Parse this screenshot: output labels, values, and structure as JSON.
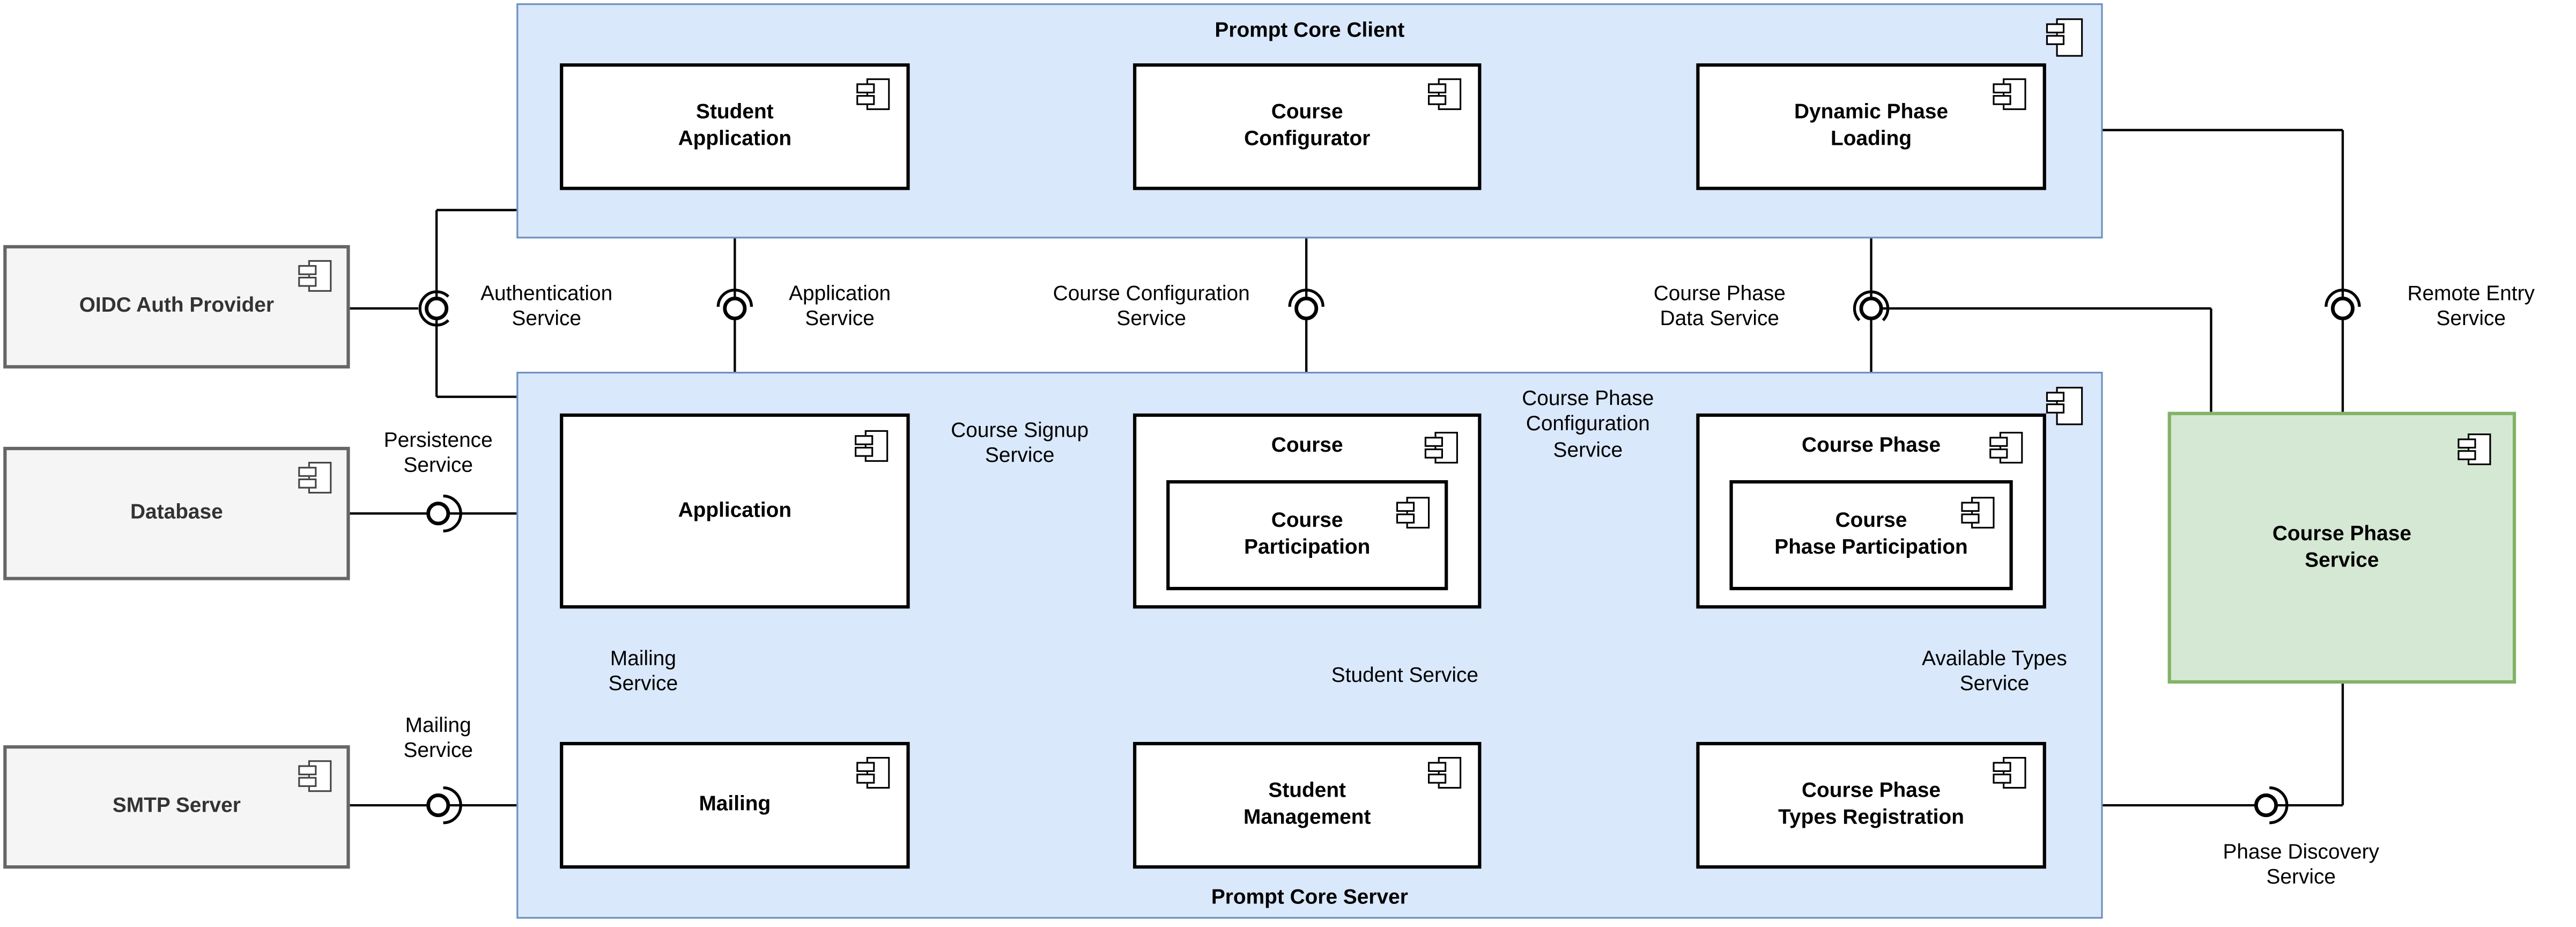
{
  "containers": {
    "client": {
      "title": "Prompt Core Client"
    },
    "server": {
      "title": "Prompt Core Server"
    }
  },
  "external": {
    "oidc": {
      "label": "OIDC Auth Provider"
    },
    "database": {
      "label": "Database"
    },
    "smtp": {
      "label": "SMTP Server"
    }
  },
  "client_components": {
    "student_application": {
      "label": [
        "Student",
        "Application"
      ]
    },
    "course_configurator": {
      "label": [
        "Course",
        "Configurator"
      ]
    },
    "dynamic_phase_loading": {
      "label": [
        "Dynamic Phase",
        "Loading"
      ]
    }
  },
  "server_components": {
    "application": {
      "label": "Application"
    },
    "course": {
      "label": "Course"
    },
    "course_participation": {
      "label": [
        "Course",
        "Participation"
      ]
    },
    "course_phase": {
      "label": "Course Phase"
    },
    "course_phase_participation": {
      "label": [
        "Course",
        "Phase Participation"
      ]
    },
    "mailing": {
      "label": "Mailing"
    },
    "student_management": {
      "label": [
        "Student",
        "Management"
      ]
    },
    "course_phase_types_registration": {
      "label": [
        "Course Phase",
        "Types Registration"
      ]
    }
  },
  "service_component": {
    "course_phase_service": {
      "label": [
        "Course Phase",
        "Service"
      ]
    }
  },
  "interfaces": {
    "authentication": {
      "label": [
        "Authentication",
        "Service"
      ]
    },
    "application_service": {
      "label": [
        "Application",
        "Service"
      ]
    },
    "course_configuration": {
      "label": [
        "Course Configuration",
        "Service"
      ]
    },
    "course_phase_data": {
      "label": [
        "Course Phase",
        "Data Service"
      ]
    },
    "remote_entry": {
      "label": [
        "Remote Entry",
        "Service"
      ]
    },
    "persistence": {
      "label": [
        "Persistence",
        "Service"
      ]
    },
    "course_signup": {
      "label": [
        "Course Signup",
        "Service"
      ]
    },
    "course_phase_configuration": {
      "label": [
        "Course Phase",
        "Configuration",
        "Service"
      ]
    },
    "mailing_external": {
      "label": [
        "Mailing",
        "Service"
      ]
    },
    "mailing_internal": {
      "label": [
        "Mailing",
        "Service"
      ]
    },
    "student": {
      "label": "Student Service"
    },
    "available_types": {
      "label": [
        "Available Types",
        "Service"
      ]
    },
    "phase_discovery": {
      "label": [
        "Phase Discovery",
        "Service"
      ]
    }
  },
  "colors": {
    "container_fill": "#dae8fc",
    "container_border": "#6c8ebf",
    "component_fill": "#ffffff",
    "component_border": "#000000",
    "external_fill": "#f5f5f5",
    "external_border": "#666666",
    "service_fill": "#d5e8d4",
    "service_border": "#82b366",
    "line": "#000000",
    "external_text": "#333333",
    "text": "#000000"
  }
}
